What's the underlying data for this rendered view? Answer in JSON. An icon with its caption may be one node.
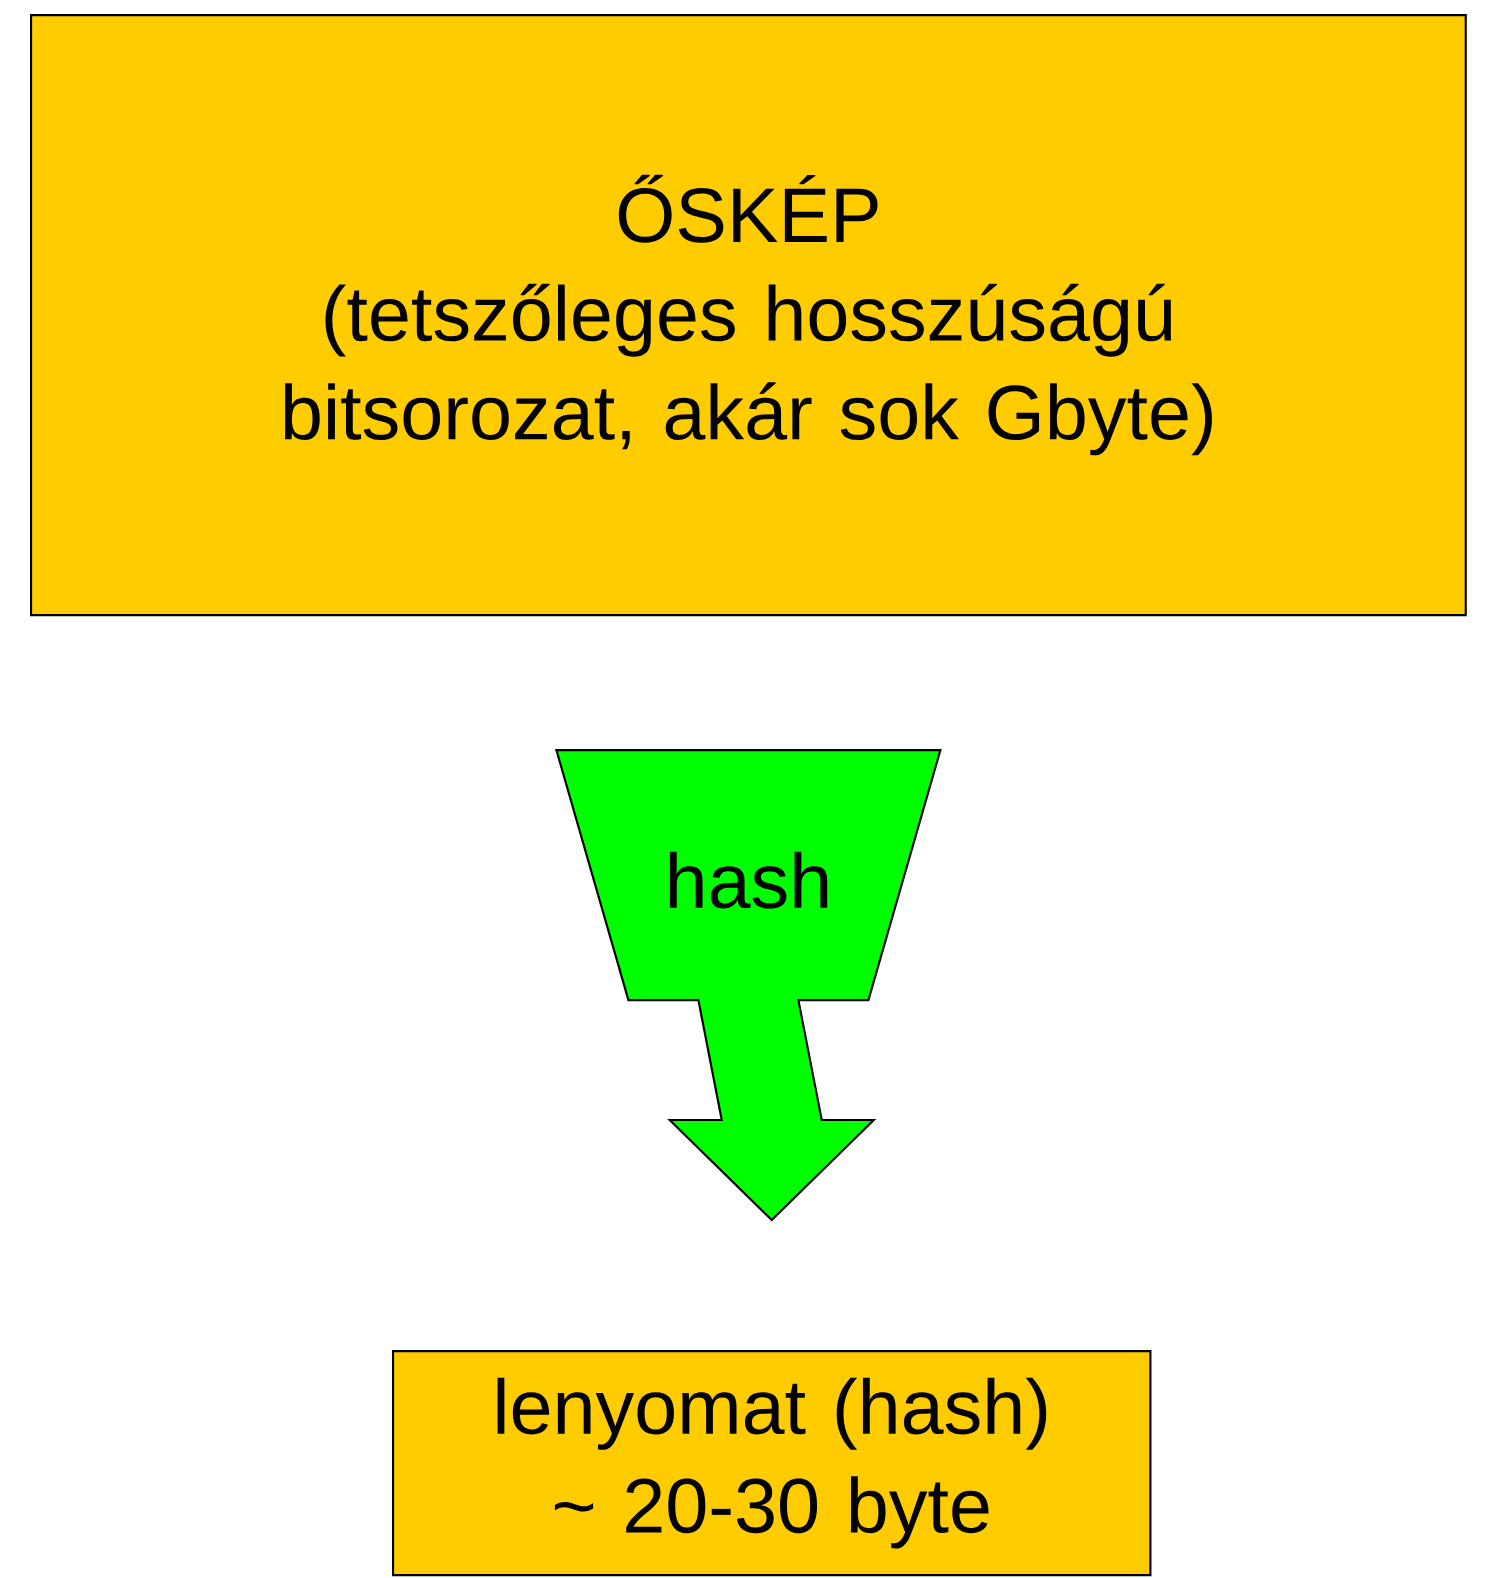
{
  "diagram": {
    "nodes": [
      {
        "text": [
          "ŐSKÉP",
          "(tetszőleges hosszúságú bitsorozat, akár sok Gbyte)"
        ]
      },
      {
        "text": [
          "lenyomat (hash) ~ 20-30 byte"
        ]
      }
    ],
    "edges": [
      {
        "from": 0,
        "to": 1,
        "arrow": "to",
        "label": "hash",
        "color": "#00ff00"
      }
    ]
  }
}
